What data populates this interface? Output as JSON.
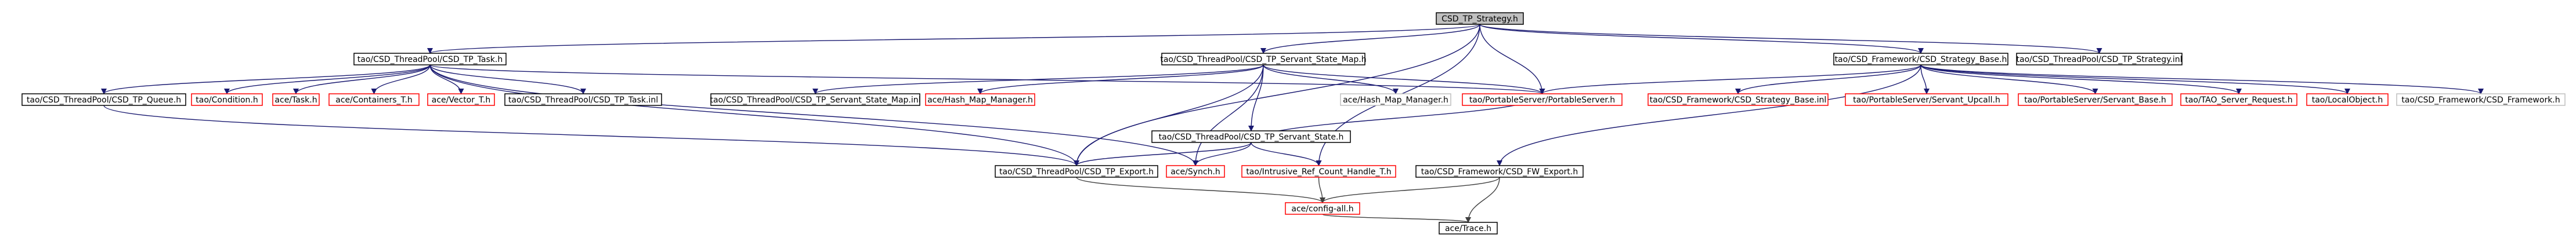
{
  "diagram": {
    "title": "CSD_TP_Strategy.h",
    "colors": {
      "root_fill": "#bfbfbf",
      "node_fill": "#ffffff",
      "node_border": "#000000",
      "missing_border": "#ff0000",
      "leaf_border": "#bfbfbf",
      "edge_blue": "#191970",
      "edge_dark": "#404040"
    },
    "nodes": [
      {
        "id": "root",
        "label": "CSD_TP_Strategy.h",
        "kind": "root"
      },
      {
        "id": "task",
        "label": "tao/CSD_ThreadPool/CSD_TP_Task.h",
        "kind": "normal"
      },
      {
        "id": "ssmap",
        "label": "tao/CSD_ThreadPool/CSD_TP_Servant_State_Map.h",
        "kind": "normal"
      },
      {
        "id": "stratbase",
        "label": "tao/CSD_Framework/CSD_Strategy_Base.h",
        "kind": "normal"
      },
      {
        "id": "stratinl",
        "label": "tao/CSD_ThreadPool/CSD_TP_Strategy.inl",
        "kind": "normal"
      },
      {
        "id": "queue",
        "label": "tao/CSD_ThreadPool/CSD_TP_Queue.h",
        "kind": "normal"
      },
      {
        "id": "condition",
        "label": "tao/Condition.h",
        "kind": "missing"
      },
      {
        "id": "acetask",
        "label": "ace/Task.h",
        "kind": "missing"
      },
      {
        "id": "containers",
        "label": "ace/Containers_T.h",
        "kind": "missing"
      },
      {
        "id": "vector",
        "label": "ace/Vector_T.h",
        "kind": "missing"
      },
      {
        "id": "taskinl",
        "label": "tao/CSD_ThreadPool/CSD_TP_Task.inl",
        "kind": "normal"
      },
      {
        "id": "ssmapinl",
        "label": "tao/CSD_ThreadPool/CSD_TP_Servant_State_Map.inl",
        "kind": "normal"
      },
      {
        "id": "hashmaph",
        "label": "ace/Hash_Map_Manager.h",
        "kind": "missing"
      },
      {
        "id": "sstate",
        "label": "tao/CSD_ThreadPool/CSD_TP_Servant_State.h",
        "kind": "normal"
      },
      {
        "id": "hashmap",
        "label": "ace/Hash_Map_Manager.h",
        "kind": "leaf"
      },
      {
        "id": "portserver",
        "label": "tao/PortableServer/PortableServer.h",
        "kind": "missing"
      },
      {
        "id": "sbaseinl",
        "label": "tao/CSD_Framework/CSD_Strategy_Base.inl",
        "kind": "missing"
      },
      {
        "id": "upcall",
        "label": "tao/PortableServer/Servant_Upcall.h",
        "kind": "missing"
      },
      {
        "id": "servbase",
        "label": "tao/PortableServer/Servant_Base.h",
        "kind": "missing"
      },
      {
        "id": "request",
        "label": "tao/TAO_Server_Request.h",
        "kind": "missing"
      },
      {
        "id": "localobj",
        "label": "tao/LocalObject.h",
        "kind": "missing"
      },
      {
        "id": "fwh",
        "label": "tao/CSD_Framework/CSD_Framework.h",
        "kind": "leaf"
      },
      {
        "id": "export",
        "label": "tao/CSD_ThreadPool/CSD_TP_Export.h",
        "kind": "normal"
      },
      {
        "id": "synch",
        "label": "ace/Synch.h",
        "kind": "missing"
      },
      {
        "id": "refcount",
        "label": "tao/Intrusive_Ref_Count_Handle_T.h",
        "kind": "missing"
      },
      {
        "id": "fwexport",
        "label": "tao/CSD_Framework/CSD_FW_Export.h",
        "kind": "normal"
      },
      {
        "id": "config",
        "label": "ace/config-all.h",
        "kind": "missing"
      },
      {
        "id": "trace",
        "label": "ace/Trace.h",
        "kind": "normal"
      }
    ],
    "edges": [
      [
        "root",
        "task"
      ],
      [
        "root",
        "ssmap"
      ],
      [
        "root",
        "stratbase"
      ],
      [
        "root",
        "stratinl"
      ],
      [
        "root",
        "export"
      ],
      [
        "root",
        "portserver"
      ],
      [
        "root",
        "refcount"
      ],
      [
        "task",
        "queue"
      ],
      [
        "task",
        "condition"
      ],
      [
        "task",
        "acetask"
      ],
      [
        "task",
        "containers"
      ],
      [
        "task",
        "vector"
      ],
      [
        "task",
        "taskinl"
      ],
      [
        "task",
        "export"
      ],
      [
        "task",
        "synch"
      ],
      [
        "task",
        "portserver"
      ],
      [
        "ssmap",
        "ssmapinl"
      ],
      [
        "ssmap",
        "hashmaph"
      ],
      [
        "ssmap",
        "sstate"
      ],
      [
        "ssmap",
        "hashmap"
      ],
      [
        "ssmap",
        "portserver"
      ],
      [
        "ssmap",
        "export"
      ],
      [
        "ssmap",
        "synch"
      ],
      [
        "stratbase",
        "sbaseinl"
      ],
      [
        "stratbase",
        "upcall"
      ],
      [
        "stratbase",
        "servbase"
      ],
      [
        "stratbase",
        "request"
      ],
      [
        "stratbase",
        "localobj"
      ],
      [
        "stratbase",
        "fwh"
      ],
      [
        "stratbase",
        "portserver"
      ],
      [
        "stratbase",
        "fwexport"
      ],
      [
        "queue",
        "export"
      ],
      [
        "sstate",
        "export"
      ],
      [
        "sstate",
        "refcount"
      ],
      [
        "sstate",
        "synch"
      ],
      [
        "sstate",
        "portserver"
      ],
      [
        "export",
        "config"
      ],
      [
        "refcount",
        "config"
      ],
      [
        "fwexport",
        "config"
      ],
      [
        "fwexport",
        "trace"
      ],
      [
        "config",
        "trace"
      ]
    ]
  }
}
